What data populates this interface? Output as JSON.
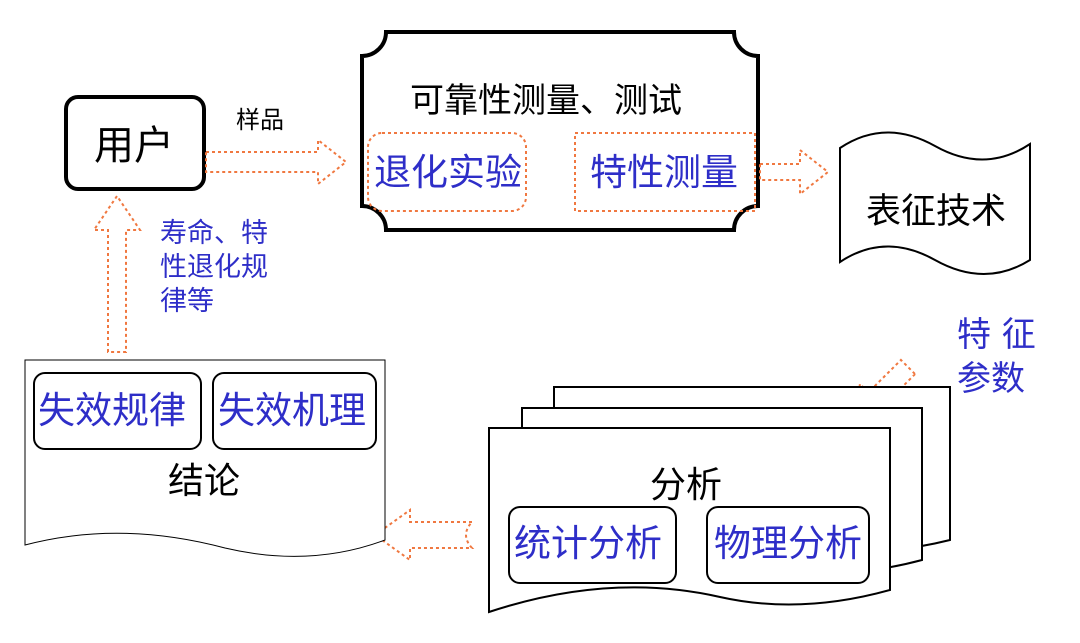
{
  "colors": {
    "stroke": "#000000",
    "blue_text": "#2e2ec8",
    "dotted_orange": "#f07840"
  },
  "user_box": {
    "label": "用户"
  },
  "sample_label": "样品",
  "feedback_label": [
    "寿命、特",
    "性退化规",
    "律等"
  ],
  "reliability_box": {
    "title": "可靠性测量、测试",
    "items": [
      "退化实验",
      "特性测量"
    ]
  },
  "characterization": {
    "label": "表征技术"
  },
  "feature_params_label": [
    "特 征",
    "参数"
  ],
  "analysis_box": {
    "title": "分析",
    "items": [
      "统计分析",
      "物理分析"
    ]
  },
  "conclusion_box": {
    "title": "结论",
    "items": [
      "失效规律",
      "失效机理"
    ]
  }
}
